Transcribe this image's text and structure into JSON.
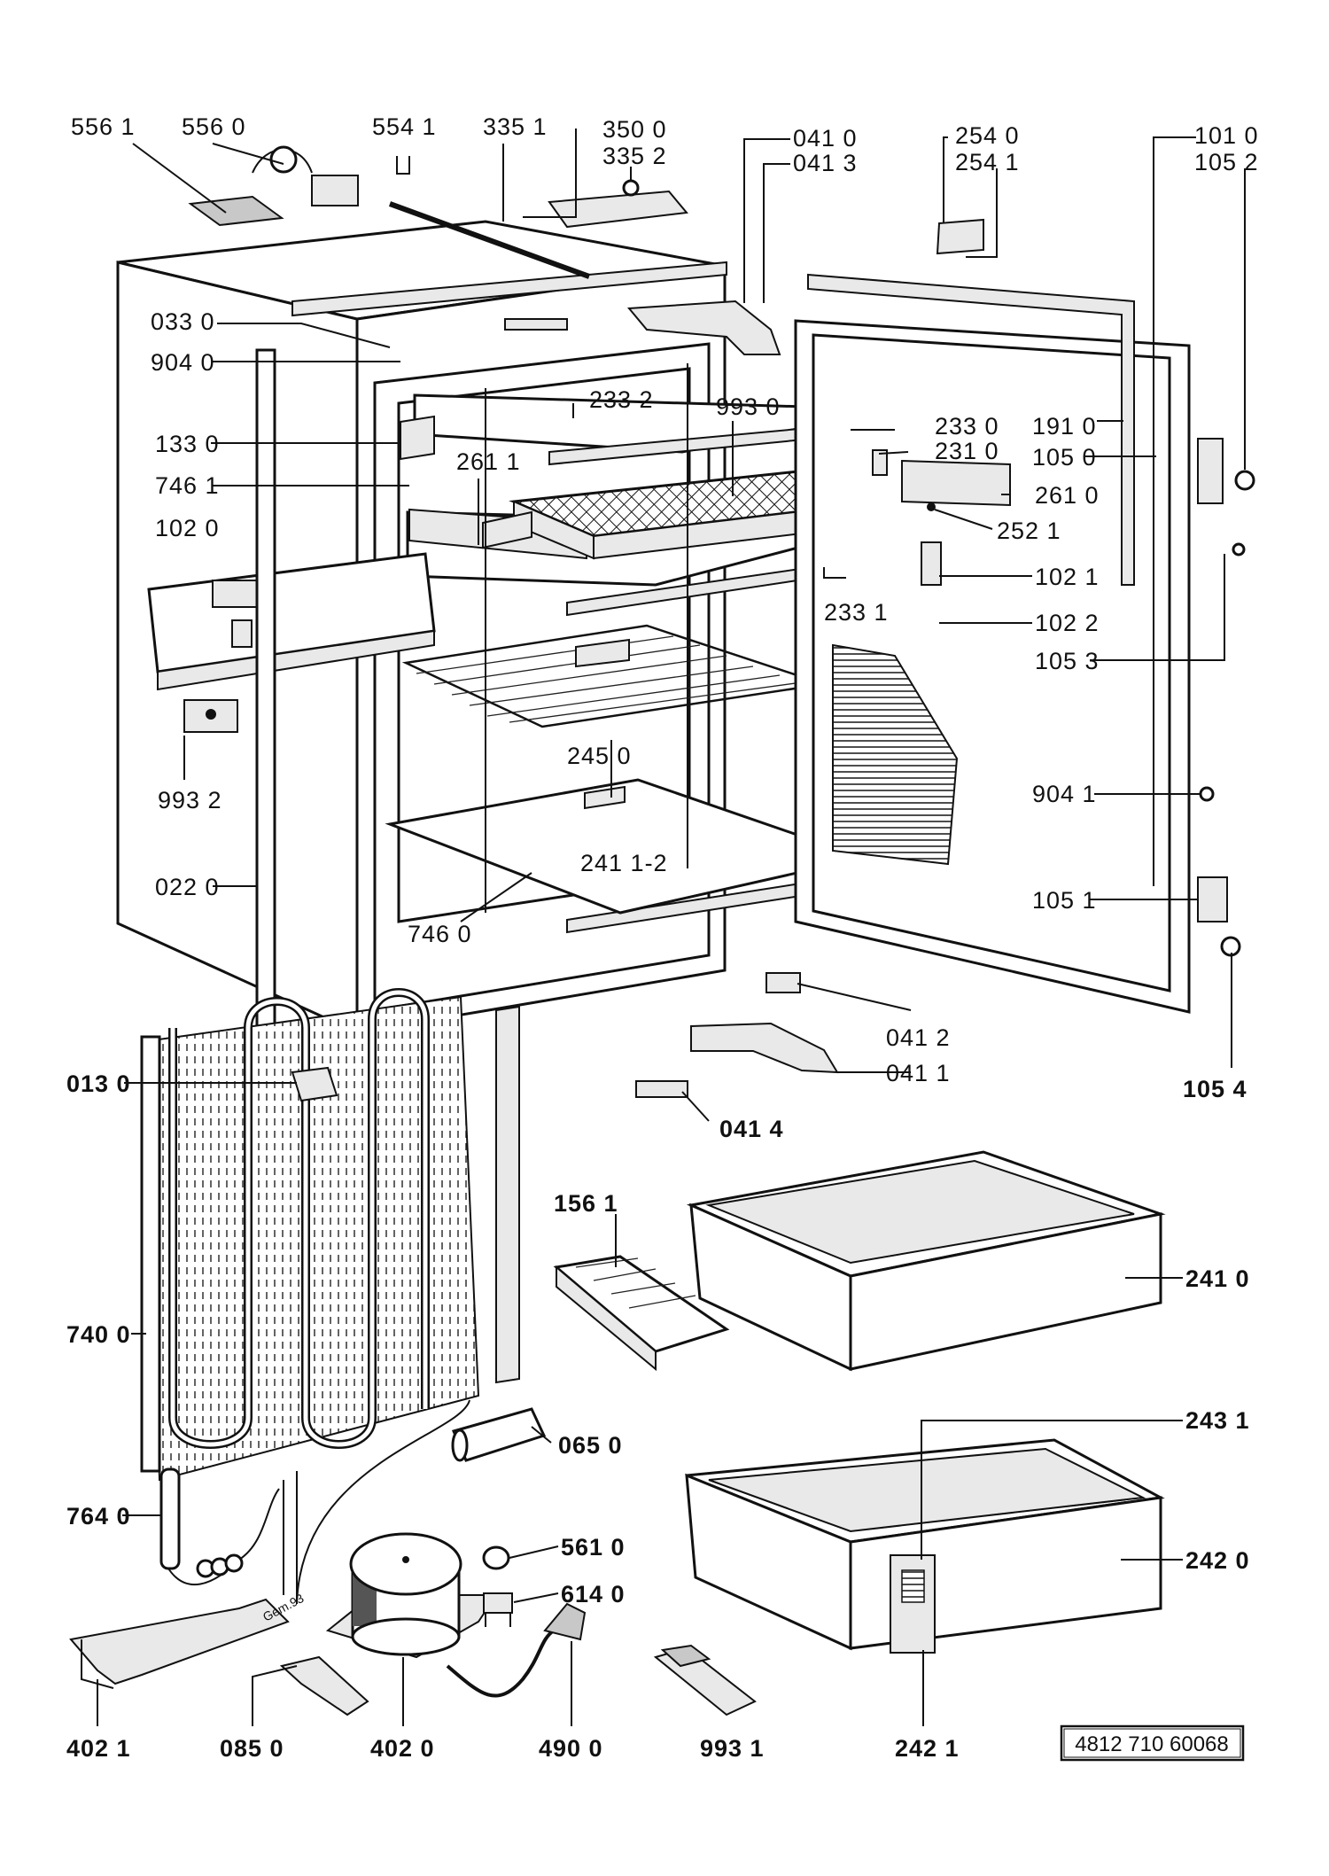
{
  "drawing_number": "4812 710 60068",
  "compressor_mark": "Gem.93",
  "labels": {
    "l_556_1": "556 1",
    "l_556_0": "556 0",
    "l_554_1": "554 1",
    "l_335_1": "335 1",
    "l_350_0": "350 0",
    "l_335_2": "335 2",
    "l_041_0": "041 0",
    "l_041_3": "041 3",
    "l_254_0": "254 0",
    "l_254_1": "254 1",
    "l_101_0": "101 0",
    "l_105_2": "105 2",
    "l_033_0": "033 0",
    "l_904_0": "904 0",
    "l_233_2": "233 2",
    "l_993_0": "993 0",
    "l_233_0": "233 0",
    "l_191_0": "191 0",
    "l_133_0": "133 0",
    "l_231_0": "231 0",
    "l_105_0": "105 0",
    "l_746_1": "746 1",
    "l_261_1": "261 1",
    "l_261_0": "261 0",
    "l_102_0": "102 0",
    "l_252_1": "252 1",
    "l_102_1": "102 1",
    "l_233_1": "233 1",
    "l_102_2": "102 2",
    "l_105_3": "105 3",
    "l_245_0": "245 0",
    "l_993_2": "993 2",
    "l_904_1": "904 1",
    "l_241_1_2": "241 1-2",
    "l_022_0": "022 0",
    "l_105_1": "105 1",
    "l_746_0": "746 0",
    "l_041_2": "041 2",
    "l_041_1": "041 1",
    "l_013_0": "013 0",
    "l_105_4": "105 4",
    "l_041_4": "041 4",
    "l_156_1": "156 1",
    "l_241_0": "241 0",
    "l_740_0": "740 0",
    "l_243_1": "243 1",
    "l_065_0": "065 0",
    "l_764_0": "764 0",
    "l_561_0": "561 0",
    "l_242_0": "242 0",
    "l_614_0": "614 0",
    "l_402_1": "402 1",
    "l_085_0": "085 0",
    "l_402_0": "402 0",
    "l_490_0": "490 0",
    "l_993_1": "993 1",
    "l_242_1": "242 1"
  }
}
